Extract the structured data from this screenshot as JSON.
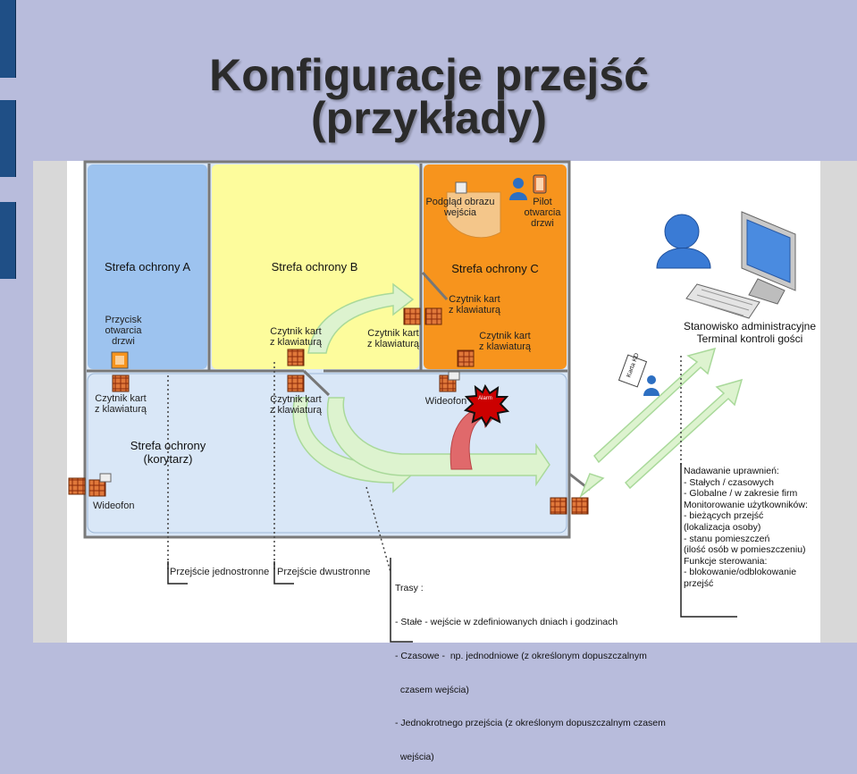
{
  "slide": {
    "title_line1": "Konfiguracje przejść",
    "title_line2": "(przykłady)"
  },
  "zones": {
    "a": "Strefa ochrony A",
    "b": "Strefa ochrony B",
    "c": "Strefa ochrony C",
    "corridor_line1": "Strefa ochrony",
    "corridor_line2": "(korytarz)"
  },
  "devices": {
    "button_l1": "Przycisk",
    "button_l2": "otwarcia",
    "button_l3": "drzwi",
    "reader_l1": "Czytnik kart",
    "reader_l2": "z klawiaturą",
    "preview_l1": "Podgląd obrazu",
    "preview_l2": "wejścia",
    "remote_l1": "Pilot",
    "remote_l2": "otwarcia",
    "remote_l3": "drzwi",
    "videophone": "Wideofon",
    "alarm": "Alarm",
    "card": "Karta KD"
  },
  "workstation": {
    "line1": "Stanowisko administracyjne",
    "line2": "Terminal kontroli gości"
  },
  "legend": {
    "one_way": "Przejście jednostronne",
    "two_way": "Przejście dwustronne"
  },
  "routes": {
    "lines": [
      "Trasy :",
      "- Stałe - wejście w zdefiniowanych dniach i godzinach",
      "- Czasowe -  np. jednodniowe (z określonym dopuszczalnym",
      "  czasem wejścia)",
      "- Jednokrotnego przejścia (z określonym dopuszczalnym czasem",
      "  wejścia)"
    ]
  },
  "features": {
    "lines": [
      "Nadawanie uprawnień:",
      "- Stałych / czasowych",
      "- Globalne / w zakresie firm",
      "Monitorowanie użytkowników:",
      "- bieżących przejść",
      "(lokalizacja osoby)",
      "- stanu pomieszczeń",
      "(ilość osób w pomieszczeniu)",
      "Funkcje sterowania:",
      "- blokowanie/odblokowanie",
      "przejść"
    ]
  },
  "colors": {
    "zone_a": "#9dc3ef",
    "zone_b": "#fdfc9c",
    "zone_c": "#f7941d",
    "corridor": "#d9e7f7",
    "reader": "#e0783a",
    "arrow": "#ddf3cf",
    "alarm_arrow": "#e0696b"
  }
}
